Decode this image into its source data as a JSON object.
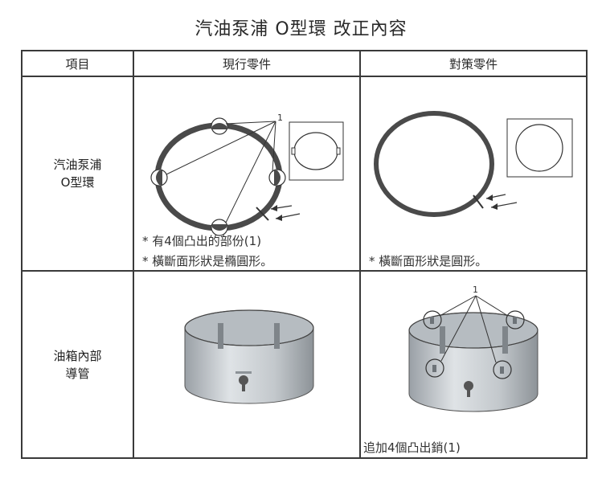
{
  "title": "汽油泵浦 O型環 改正內容",
  "headers": {
    "item": "項目",
    "current": "現行零件",
    "countermeasure": "對策零件"
  },
  "rows": [
    {
      "label_line1": "汽油泵浦",
      "label_line2": "O型環",
      "current_notes": [
        "* 有4個凸出的部份(1)",
        "*  橫斷面形狀是橢圓形。"
      ],
      "current_callout": "1",
      "countermeasure_note": "* 橫斷面形狀是圓形。"
    },
    {
      "label_line1": "油箱內部",
      "label_line2": "導管",
      "countermeasure_callout": "1",
      "countermeasure_note": "追加4個凸出銷(1)"
    }
  ]
}
